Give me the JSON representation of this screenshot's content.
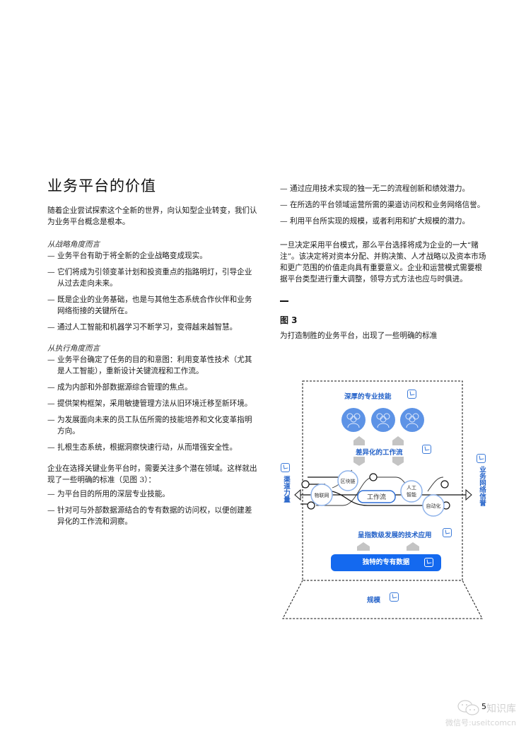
{
  "page": {
    "title": "业务平台的价值",
    "page_number": "5",
    "watermark": {
      "brand": "知识库",
      "account": "微信号:useitcomcn"
    }
  },
  "left": {
    "intro": "随着企业尝试探索这个全新的世界，向认知型企业转变，我们认为业务平台概念是根本。",
    "strategy": {
      "heading": "从战略角度而言",
      "items": [
        "业务平台有助于将全新的企业战略变成现实。",
        "它们将成为引领变革计划和投资重点的指路明灯，引导企业从过去走向未来。",
        "既是企业的业务基础，也是与其他生态系统合作伙伴和业务网络衔接的关键所在。",
        "通过人工智能和机器学习不断学习，变得越来越智慧。"
      ]
    },
    "execution": {
      "heading": "从执行角度而言",
      "items": [
        "业务平台确定了任务的目的和意图：利用变革性技术（尤其是人工智能），重新设计关键流程和工作流。",
        "成为内部和外部数据源综合管理的焦点。",
        "提供架构框架，采用敏捷管理方法从旧环境迁移至新环境。",
        "为发展面向未来的员工队伍所需的技能培养和文化变革指明方向。",
        "扎根生态系统，根据洞察快速行动，从而增强安全性。"
      ]
    },
    "criteria_intro": "企业在选择关键业务平台时，需要关注多个潜在领域。这样就出现了一些明确的标准（见图 3）：",
    "criteria": [
      "为平台目的所用的深层专业技能。",
      "针对可与外部数据源结合的专有数据的访问权，以便创建差异化的工作流和洞察。"
    ]
  },
  "right": {
    "criteria_cont": [
      "通过应用技术实现的独一无二的流程创新和绩效潜力。",
      "在所选的平台领域运营所需的渠道访问权和业务网络信誉。",
      "利用平台所实现的规模，或者利用和扩大规模的潜力。"
    ],
    "conclusion": "一旦决定采用平台模式，那么平台选择将成为企业的一大“赌注”。该决定将对资本分配、并购决策、人才战略以及资本市场和更广范围的价值走向具有重要意义。企业和运营模式需要根据平台类型进行重大调整，领导方式方法也应与时俱进。",
    "figure": {
      "label": "图 3",
      "caption": "为打造制胜的业务平台，出现了一些明确的标准"
    }
  },
  "diagram": {
    "colors": {
      "accent": "#2563c9",
      "people": "#5d93e6",
      "data_bar": "#1469ef",
      "arrow_gray": "#c4c4c4"
    },
    "expertise": "深厚的专业技能",
    "workflow_label": "差异化的工作流",
    "channel": "渠道力量",
    "network": "业务网络信誉",
    "tech": "呈指数级发展的技术应用",
    "data": "独特的专有数据",
    "scale": "规模",
    "nodes": {
      "iot": "物联网",
      "blockchain": "区块链",
      "workflow": "工作流",
      "ai_1": "人工",
      "ai_2": "智能",
      "automation": "自动化"
    }
  }
}
